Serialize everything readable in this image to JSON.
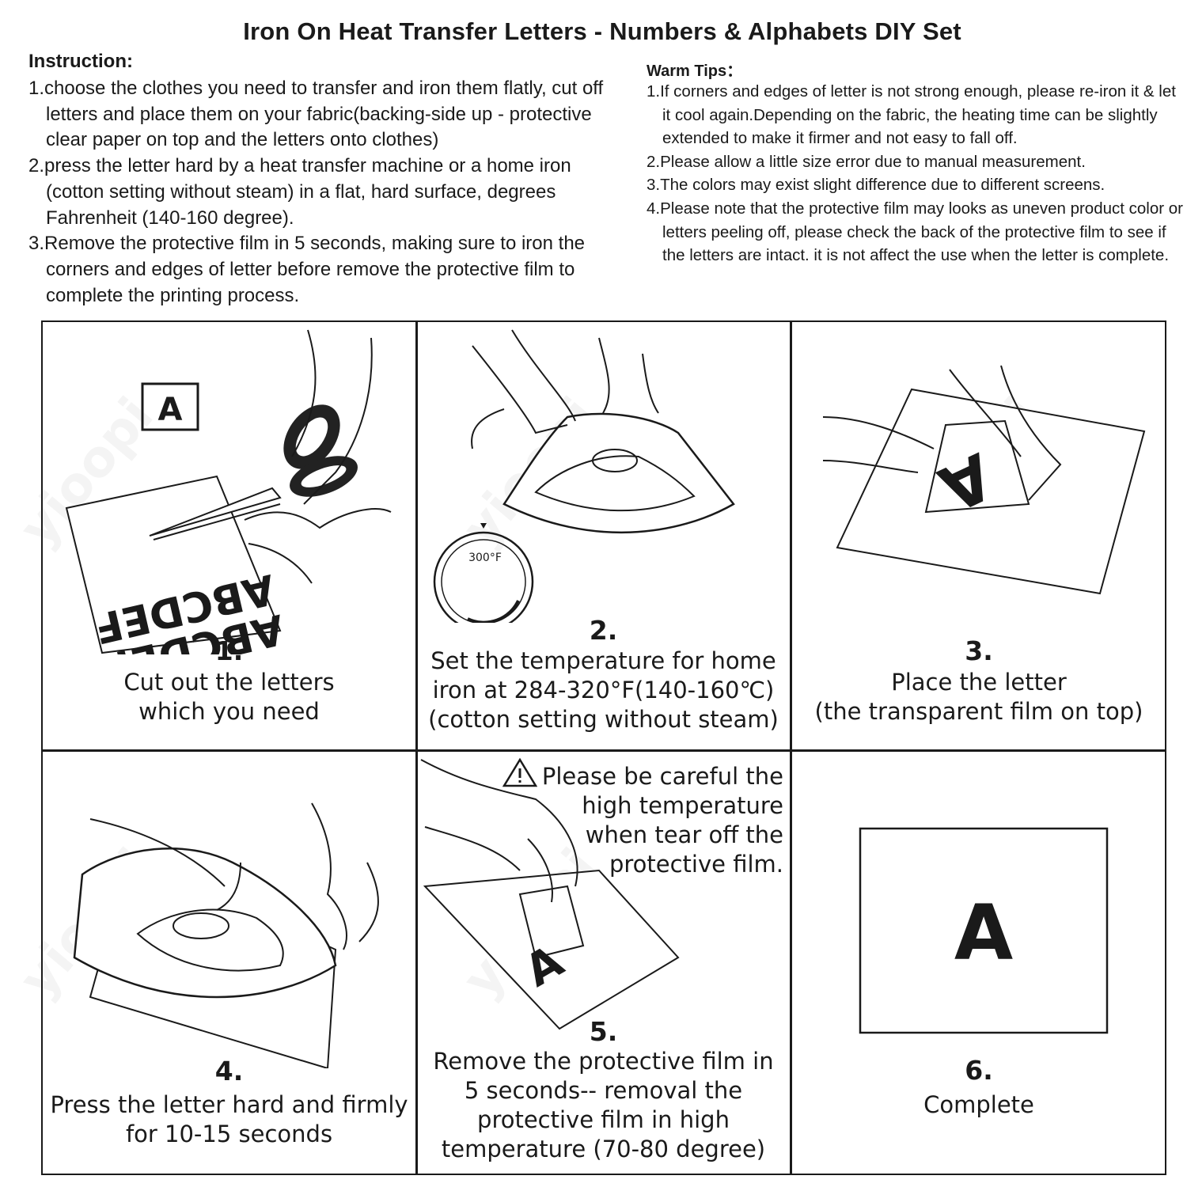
{
  "title": "Iron On Heat Transfer Letters - Numbers & Alphabets DIY Set",
  "instruction": {
    "heading": "Instruction:",
    "items": [
      "1.choose the clothes you need to transfer and iron them flatly, cut off letters and place them on your fabric(backing-side up - protective clear paper on top and the letters onto clothes)",
      "2.press the letter hard by a heat transfer machine or a home iron (cotton setting without steam) in a flat, hard surface, degrees Fahrenheit (140-160 degree).",
      "3.Remove the protective film in 5 seconds, making sure to iron the corners and edges of letter before remove the protective film to complete the printing process."
    ]
  },
  "warm_tips": {
    "heading": "Warm Tips：",
    "items": [
      "1.If corners and edges of letter is not strong enough, please re-iron it & let it cool again.Depending on the fabric, the heating time can be slightly extended to make it firmer and not easy to fall off.",
      "2.Please allow a little size error due to manual measurement.",
      "3.The colors may exist slight difference due to different screens.",
      "4.Please note that the protective film may looks as uneven product color or  letters peeling off, please check the back of the protective film to see if the letters are intact. it is not affect the use when the letter is complete."
    ]
  },
  "steps": [
    {
      "number": "1.",
      "caption": "Cut out the letters\nwhich you need",
      "art_letter": "A",
      "sheet_text": "ABCDEF"
    },
    {
      "number": "2.",
      "caption": "Set the temperature for home\niron at 284-320°F(140-160℃)\n(cotton setting without steam)",
      "dial_label": "300°F"
    },
    {
      "number": "3.",
      "caption": "Place the letter\n(the transparent film on top)",
      "art_letter": "A"
    },
    {
      "number": "4.",
      "caption": "Press the letter hard  and firmly\nfor 10-15 seconds"
    },
    {
      "number": "5.",
      "caption": "Remove the protective film in\n5 seconds-- removal the\nprotective film in high\ntemperature  (70-80 degree)",
      "art_letter": "A",
      "warning": [
        "Please be careful the",
        "high temperature",
        "when tear off the",
        "protective film."
      ]
    },
    {
      "number": "6.",
      "caption": "Complete",
      "art_letter": "A"
    }
  ],
  "watermark": "yioopi"
}
